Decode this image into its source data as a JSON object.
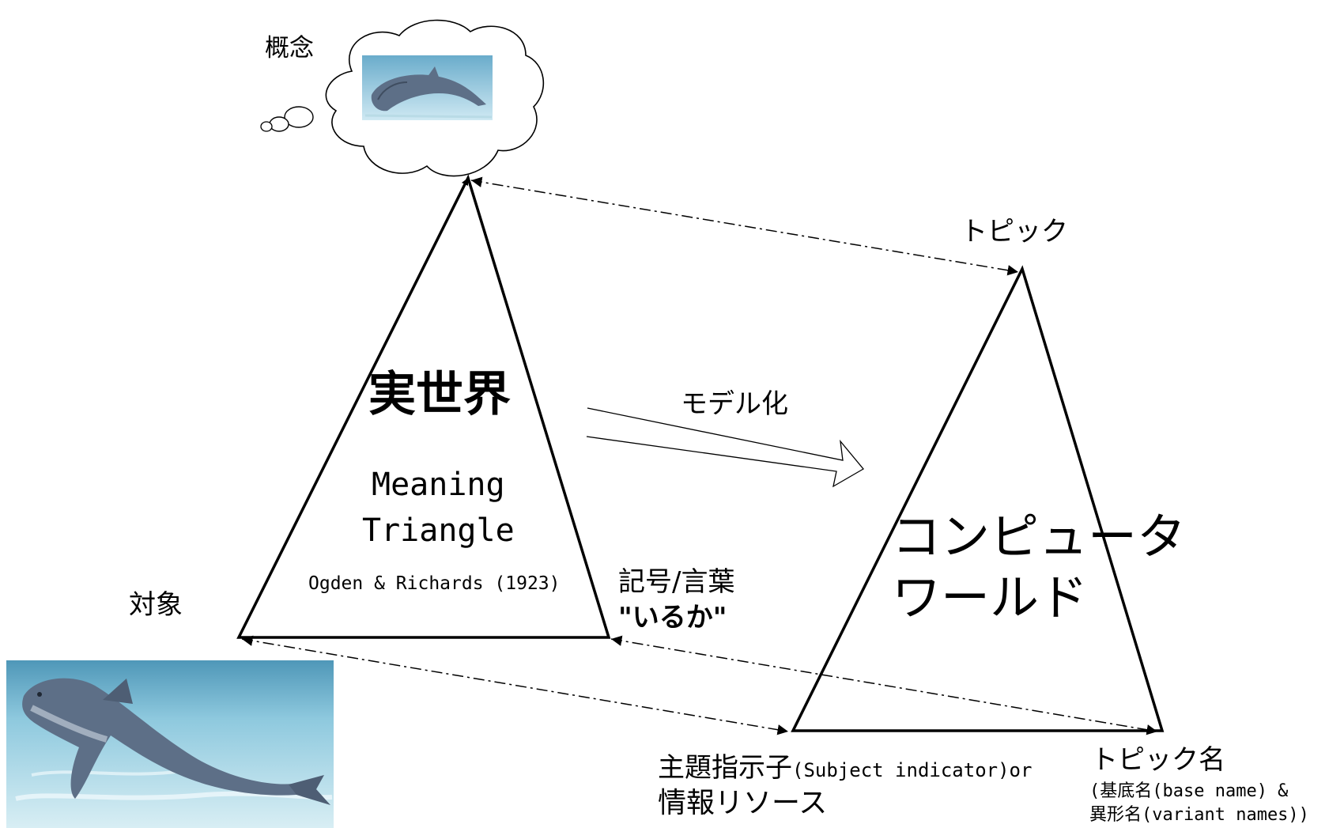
{
  "left_triangle": {
    "title": "実世界",
    "subtitle_line1": "Meaning",
    "subtitle_line2": "Triangle",
    "citation": "Ogden & Richards (1923)",
    "apex_label": "概念",
    "left_label": "対象",
    "right_label_line1": "記号/言葉",
    "right_label_line2": "\"いるか\""
  },
  "right_triangle": {
    "title_line1": "コンピュータ",
    "title_line2": "ワールド",
    "apex_label": "トピック",
    "left_label_line1_a": "主題指示子",
    "left_label_line1_b": "(Subject indicator)or",
    "left_label_line2": "情報リソース",
    "right_label_line1": "トピック名",
    "right_label_line2": "(基底名(base name) &",
    "right_label_line3": "異形名(variant names))"
  },
  "transform_label": "モデル化",
  "colors": {
    "line": "#000000",
    "water_light": "#cfe9f3",
    "water_mid": "#8ec9de",
    "water_deep": "#4f97b8",
    "dolphin": "#5d6f87"
  }
}
